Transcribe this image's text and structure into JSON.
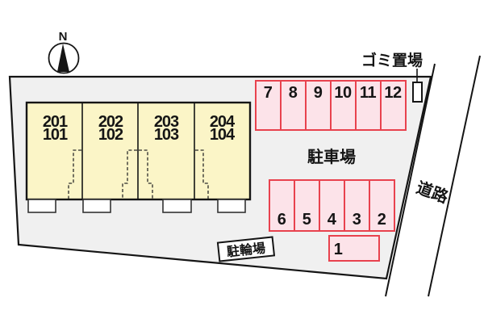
{
  "site": {
    "compass_label": "N",
    "labels": {
      "garbage": "ゴミ置場",
      "parking_lot": "駐車場",
      "road": "道路",
      "bicycle_parking": "駐輪場"
    },
    "building": {
      "units": [
        {
          "upper": "201",
          "lower": "101"
        },
        {
          "upper": "202",
          "lower": "102"
        },
        {
          "upper": "203",
          "lower": "103"
        },
        {
          "upper": "204",
          "lower": "104"
        }
      ]
    },
    "parking": {
      "top_row": [
        "7",
        "8",
        "9",
        "10",
        "11",
        "12"
      ],
      "middle_row": [
        "6",
        "5",
        "4",
        "3",
        "2"
      ],
      "single": "1"
    },
    "colors": {
      "property_fill": "#f0f0f0",
      "boundary_line": "#151515",
      "building_fill": "#fbf5c7",
      "parking_fill": "#fce3e9",
      "parking_border": "#e8424e",
      "text": "#151515"
    }
  }
}
